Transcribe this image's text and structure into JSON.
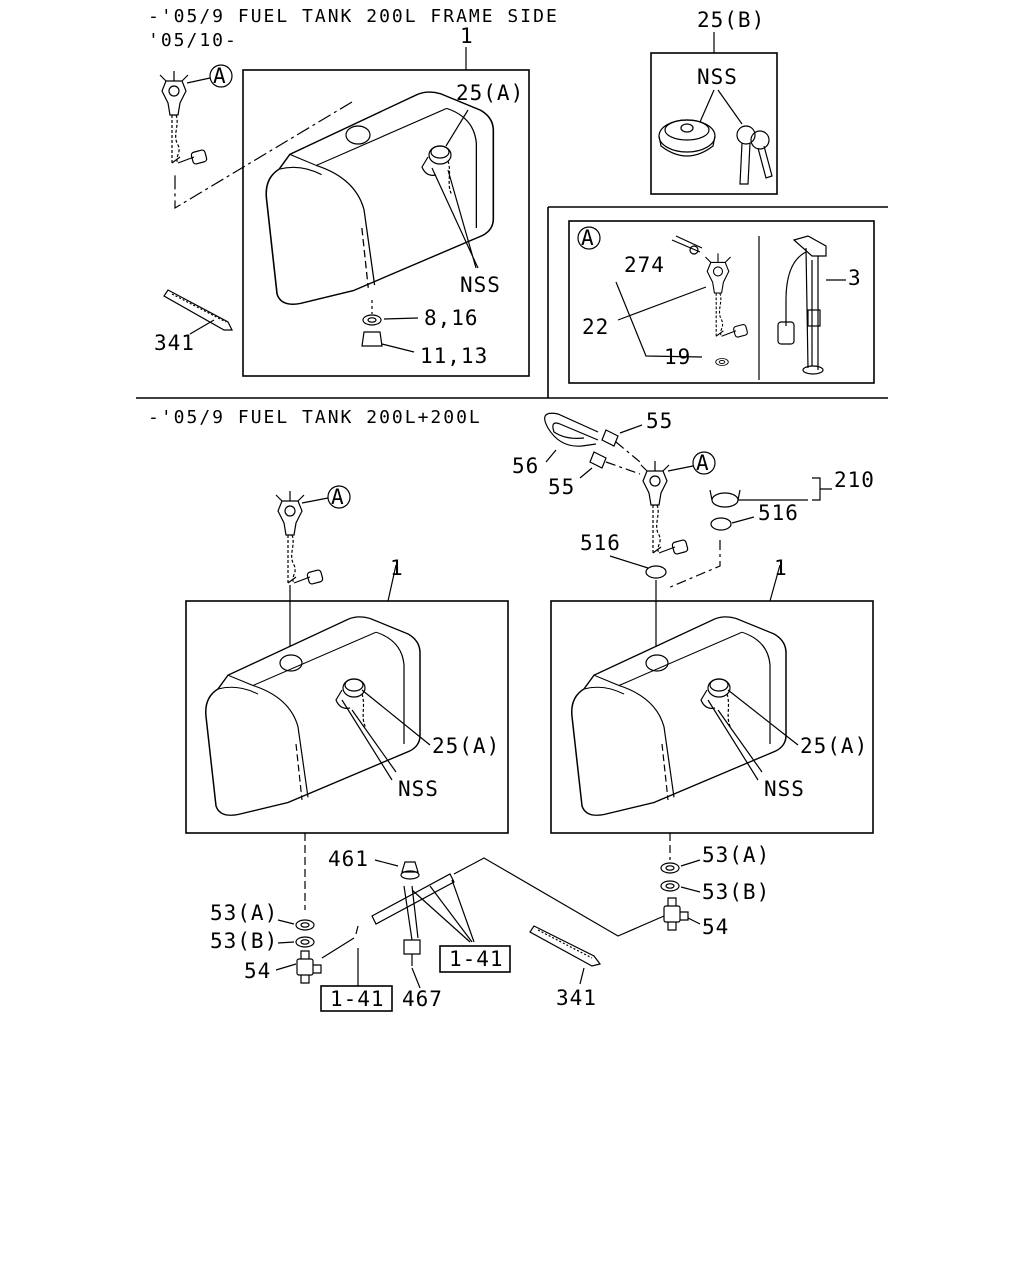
{
  "headers": {
    "top_line1": "-'05/9 FUEL TANK 200L FRAME SIDE",
    "top_line2": "'05/10-",
    "bottom": "-'05/9 FUEL TANK 200L+200L"
  },
  "callout_symbol": "A",
  "labels": {
    "top": {
      "tank": "1",
      "cap": "25(A)",
      "nss": "NSS",
      "washer": "8,16",
      "plug": "11,13",
      "tie": "341"
    },
    "keyset": {
      "title": "25(B)",
      "nss": "NSS"
    },
    "detail": {
      "bolt": "274",
      "unit": "22",
      "seal": "19",
      "sender": "3"
    },
    "left": {
      "tank": "1",
      "cap": "25(A)",
      "nss": "NSS",
      "washer_a": "53(A)",
      "washer_b": "53(B)",
      "cock": "54",
      "ref": "1-41"
    },
    "center": {
      "nut": "461",
      "bolt": "467",
      "ref": "1-41"
    },
    "right": {
      "tank": "1",
      "cap": "25(A)",
      "nss": "NSS",
      "clip1": "55",
      "clip2": "55",
      "hose": "56",
      "band": "210",
      "oring1": "516",
      "oring2": "516",
      "washer_a": "53(A)",
      "washer_b": "53(B)",
      "cock": "54",
      "tie": "341"
    }
  }
}
